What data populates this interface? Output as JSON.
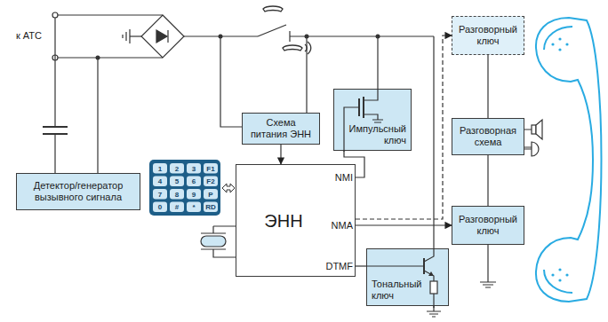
{
  "diagram": {
    "nodes": [
      {
        "text": [
          "Детектор/генератор вызывного сигнала"
        ]
      },
      {
        "text": [
          "Схема питания ЭНН"
        ]
      },
      {
        "text": [
          "Импульсный ключ"
        ]
      },
      {
        "text": [
          "ЭНН"
        ]
      },
      {
        "text": [
          "Разговорный ключ"
        ]
      },
      {
        "text": [
          "Разговорная схема"
        ]
      },
      {
        "text": [
          "Разговорный ключ"
        ]
      },
      {
        "text": [
          "Тональный ключ"
        ]
      }
    ],
    "edges": [
      {
        "from": 1,
        "to": 3,
        "arrow": "to"
      },
      {
        "from": 3,
        "to": 2,
        "arrow": "none"
      },
      {
        "from": 3,
        "to": 6,
        "arrow": "to"
      },
      {
        "from": 3,
        "to": 4,
        "arrow": "to"
      },
      {
        "from": 3,
        "to": 7,
        "arrow": "none"
      },
      {
        "from": 4,
        "to": 5,
        "arrow": "none"
      },
      {
        "from": 5,
        "to": 6,
        "arrow": "none"
      }
    ],
    "labels": [
      "к АТС",
      "1",
      "2",
      "3",
      "F1",
      "4",
      "5",
      "6",
      "F2",
      "7",
      "8",
      "9",
      "P",
      "0",
      "#",
      "*",
      "RD",
      "NMI",
      "NMA",
      "DTMF"
    ]
  }
}
